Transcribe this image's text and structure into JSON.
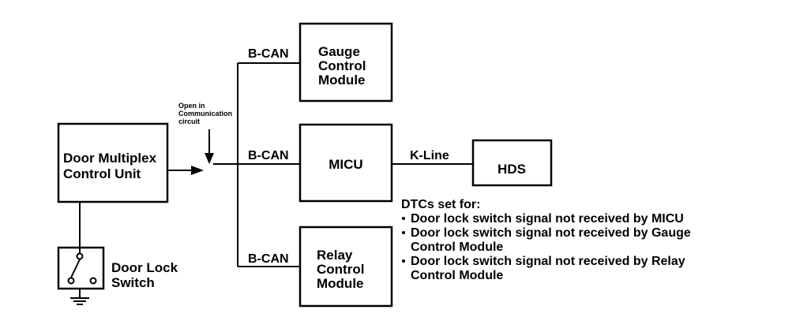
{
  "gauge_module": {
    "lines": [
      "Gauge",
      "Control",
      "Module"
    ]
  },
  "micu": {
    "label": "MICU"
  },
  "hds": {
    "label": "HDS"
  },
  "relay_module": {
    "lines": [
      "Relay",
      "Control",
      "Module"
    ]
  },
  "door_multiplex": {
    "lines": [
      "Door Multiplex",
      "Control Unit"
    ]
  },
  "door_lock_switch": {
    "lines": [
      "Door Lock",
      "Switch"
    ]
  },
  "bus_labels": {
    "bcan_top": "B-CAN",
    "bcan_mid": "B-CAN",
    "bcan_bottom": "B-CAN",
    "kline": "K-Line"
  },
  "open_note": {
    "lines": [
      "Open in",
      "Communication",
      "circuit"
    ]
  },
  "dtc": {
    "heading": "DTCs set for:",
    "items": [
      [
        "Door lock switch signal not received by MICU"
      ],
      [
        "Door lock switch signal not received by Gauge",
        "Control Module"
      ],
      [
        "Door lock switch signal not received by Relay",
        "Control Module"
      ]
    ]
  }
}
